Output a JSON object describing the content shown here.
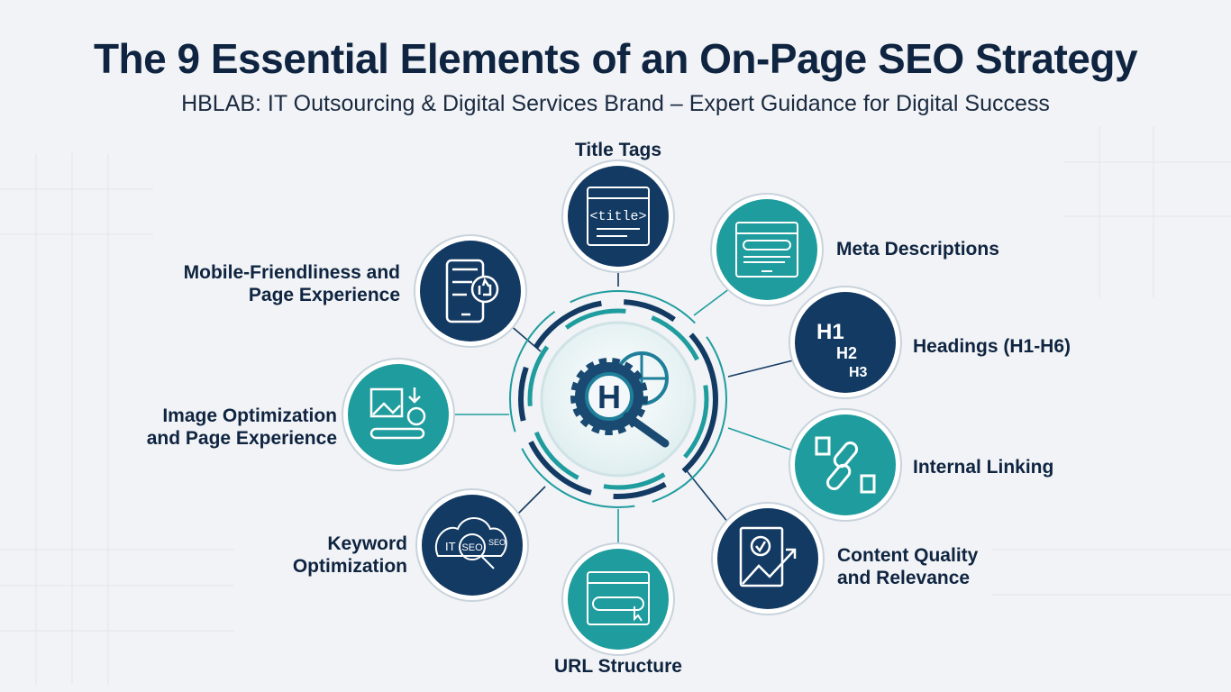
{
  "header": {
    "title": "The 9 Essential Elements of an On-Page SEO Strategy",
    "subtitle": "HBLAB: IT Outsourcing & Digital Services Brand – Expert Guidance for Digital Success"
  },
  "colors": {
    "navy": "#133a63",
    "teal": "#1f9c9e",
    "text": "#0f2440",
    "background": "#f1f3f6"
  },
  "center": {
    "icon": "gear-globe-magnifier-logo-icon",
    "logo_letter": "H"
  },
  "elements": [
    {
      "label": "Title Tags",
      "icon": "browser-title-tag-icon",
      "icon_text": "<title>",
      "color": "navy"
    },
    {
      "label": "Meta Descriptions",
      "icon": "browser-description-icon",
      "color": "teal"
    },
    {
      "label": "Headings (H1-H6)",
      "icon": "heading-hierarchy-icon",
      "icon_text": [
        "H1",
        "H2",
        "H3"
      ],
      "color": "navy"
    },
    {
      "label": "Internal Linking",
      "icon": "chain-link-documents-icon",
      "color": "teal"
    },
    {
      "label": "Content Quality and Relevance",
      "icon": "document-growth-chart-icon",
      "color": "navy"
    },
    {
      "label": "URL Structure",
      "icon": "browser-url-bar-icon",
      "color": "teal"
    },
    {
      "label": "Keyword Optimization",
      "icon": "seo-cloud-magnifier-icon",
      "icon_text": [
        "IT",
        "SEO",
        "SEO"
      ],
      "color": "navy"
    },
    {
      "label": "Image Optimization and Page Experience",
      "icon": "image-download-smiley-icon",
      "color": "teal"
    },
    {
      "label": "Mobile-Friendliness and Page Experience",
      "icon": "mobile-thumbs-up-icon",
      "color": "navy"
    }
  ]
}
